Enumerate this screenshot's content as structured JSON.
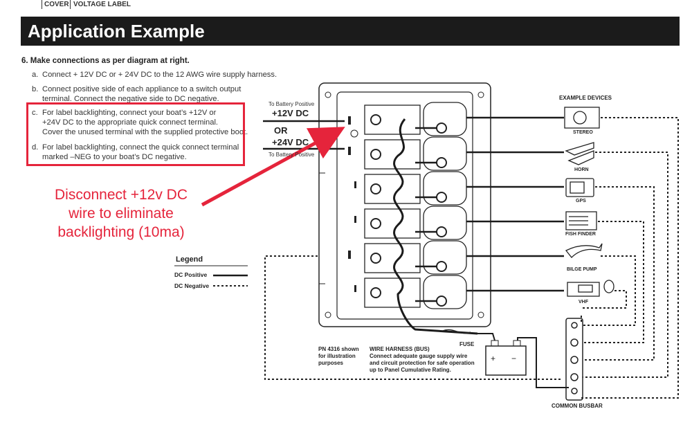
{
  "header": {
    "cover": "COVER",
    "voltage_label": "VOLTAGE LABEL"
  },
  "banner": {
    "title": "Application Example"
  },
  "instructions": {
    "step": "6.  Make connections as per diagram at right.",
    "a": {
      "letter": "a.",
      "lines": [
        "Connect + 12V DC or + 24V DC to the 12 AWG wire supply harness."
      ]
    },
    "b": {
      "letter": "b.",
      "lines": [
        "Connect positive side of each appliance to a switch output",
        "terminal. Connect the negative side to DC negative."
      ]
    },
    "c": {
      "letter": "c.",
      "lines": [
        "For label backlighting, connect your boat’s +12V or",
        "+24V DC to the appropriate quick connect terminal.",
        "Cover the unused terminal with the supplied protective boot."
      ]
    },
    "d": {
      "letter": "d.",
      "lines": [
        "For label backlighting, connect the quick connect terminal",
        "marked –NEG to your boat’s DC negative."
      ]
    }
  },
  "annotation": {
    "lines": [
      "Disconnect +12v DC",
      "wire to eliminate",
      "backlighting (10ma)"
    ],
    "color": "#e5243b"
  },
  "supply": {
    "top_label": "To Battery Positive",
    "v12": "+12V DC",
    "or": "OR",
    "v24": "+24V DC",
    "bottom_label": "To Battery Positive"
  },
  "legend": {
    "title": "Legend",
    "positive": "DC Positive",
    "negative": "DC Negative"
  },
  "devices": {
    "title": "EXAMPLE DEVICES",
    "items": [
      "STEREO",
      "HORN",
      "GPS",
      "FISH FINDER",
      "BILGE PUMP",
      "VHF"
    ]
  },
  "notes": {
    "pn": [
      "PN 4316 shown",
      "for illustration",
      "purposes"
    ],
    "harness_title": "WIRE HARNESS (BUS)",
    "harness": [
      "Connect adequate gauge supply wire",
      "and circuit protection for safe operation",
      "up to Panel Cumulative Rating."
    ],
    "fuse": "FUSE",
    "busbar": "COMMON BUSBAR"
  },
  "colors": {
    "accent": "#e5243b",
    "ink": "#1b1b1b"
  }
}
